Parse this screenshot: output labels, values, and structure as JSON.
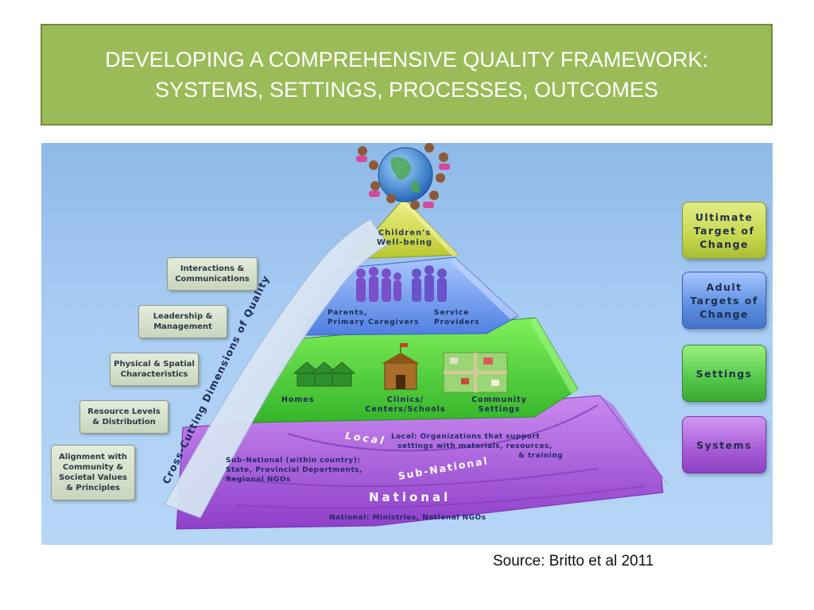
{
  "slide": {
    "title_line1": "DEVELOPING A COMPREHENSIVE QUALITY FRAMEWORK:",
    "title_line2": "SYSTEMS, SETTINGS, PROCESSES, OUTCOMES",
    "source": "Source: Britto et al 2011"
  },
  "dimensions": {
    "arc_label": "Cross-Cutting Dimensions of Quality",
    "items": [
      {
        "line1": "Interactions &",
        "line2": "Communications",
        "line3": ""
      },
      {
        "line1": "Leadership &",
        "line2": "Management",
        "line3": ""
      },
      {
        "line1": "Physical & Spatial",
        "line2": "Characteristics",
        "line3": ""
      },
      {
        "line1": "Resource Levels",
        "line2": "& Distribution",
        "line3": ""
      },
      {
        "line1": "Alignment with",
        "line2": "Community &",
        "line3": "Societal Values",
        "line4": "& Principles"
      }
    ]
  },
  "pyramid": {
    "top": {
      "line1": "Children's",
      "line2": "Well-being"
    },
    "adult": {
      "left_line1": "Parents,",
      "left_line2": "Primary Caregivers",
      "right_line1": "Service",
      "right_line2": "Providers"
    },
    "settings": {
      "homes": "Homes",
      "clinics_line1": "Clinics/",
      "clinics_line2": "Centers/Schools",
      "community_line1": "Community",
      "community_line2": "Settings"
    },
    "systems": {
      "local_tag": "Local",
      "local_line1": "Local: Organizations that support",
      "local_line2": "settings with materials, resources,",
      "local_line3": "& training",
      "subnational_tag": "Sub-National",
      "subnational_line1": "Sub-National (within country):",
      "subnational_line2": "State, Provincial Departments,",
      "subnational_line3": "Regional NGOs",
      "national_tag": "National",
      "national_line1": "National: Ministries, National NGOs"
    }
  },
  "legend": [
    {
      "line1": "Ultimate",
      "line2": "Target of",
      "line3": "Change",
      "color": "#c7d84f"
    },
    {
      "line1": "Adult",
      "line2": "Targets of",
      "line3": "Change",
      "color": "#5b8fe0"
    },
    {
      "line1": "Settings",
      "line2": "",
      "line3": "",
      "color": "#53c84a"
    },
    {
      "line1": "Systems",
      "line2": "",
      "line3": "",
      "color": "#a75bd6"
    }
  ]
}
